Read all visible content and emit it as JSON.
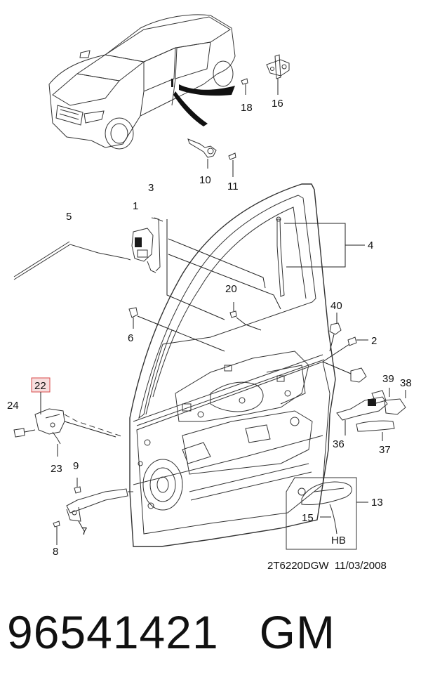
{
  "callouts": {
    "c1": "1",
    "c2": "2",
    "c3": "3",
    "c4": "4",
    "c5": "5",
    "c6": "6",
    "c7": "7",
    "c8": "8",
    "c9": "9",
    "c10": "10",
    "c11": "11",
    "c13": "13",
    "c15": "15",
    "c16": "16",
    "c18": "18",
    "c20": "20",
    "c22": "22",
    "c23": "23",
    "c24": "24",
    "c36": "36",
    "c37": "37",
    "c38": "38",
    "c39": "39",
    "c40": "40"
  },
  "inset_label": "HB",
  "drawing_ref": "2T6220DGW  11/03/2008",
  "part_number": "96541421",
  "brand": "GM",
  "colors": {
    "highlight_box_fill": "#f7dede",
    "highlight_box_stroke": "#d94a4a"
  }
}
